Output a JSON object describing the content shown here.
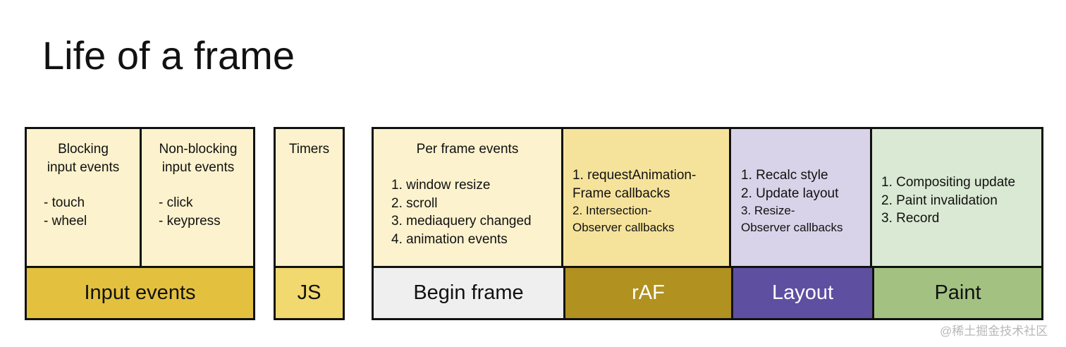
{
  "title": "Life of a frame",
  "groups": {
    "input": {
      "blocking": {
        "heading": "Blocking\ninput events",
        "items": "- touch\n- wheel"
      },
      "nonblocking": {
        "heading": "Non-blocking\ninput events",
        "items": "- click\n- keypress"
      },
      "band": "Input events"
    },
    "js": {
      "heading": "Timers",
      "band": "JS"
    },
    "frame": {
      "begin": {
        "heading": "Per frame events",
        "items": "1. window resize\n2. scroll\n3. mediaquery changed\n4. animation events",
        "band": "Begin frame"
      },
      "raf": {
        "items": "1. requestAnimation-\nFrame callbacks",
        "items_small": "2. Intersection-\nObserver callbacks",
        "band": "rAF"
      },
      "layout": {
        "items": "1. Recalc style\n2. Update layout",
        "items_small": "3. Resize-\nObserver callbacks",
        "band": "Layout"
      },
      "paint": {
        "items": "1. Compositing update\n2. Paint invalidation\n3. Record",
        "band": "Paint"
      }
    }
  },
  "colors": {
    "light_yellow": "#fcf2cd",
    "input_band": "#e3c13f",
    "js_band": "#f1d86f",
    "begin_band": "#efefef",
    "raf_top": "#f6e39b",
    "raf_band": "#b1911f",
    "layout_top": "#d9d3e9",
    "layout_band": "#5f4fa1",
    "paint_top": "#dae9d3",
    "paint_band": "#a3c282"
  },
  "watermark": "@稀土掘金技术社区"
}
